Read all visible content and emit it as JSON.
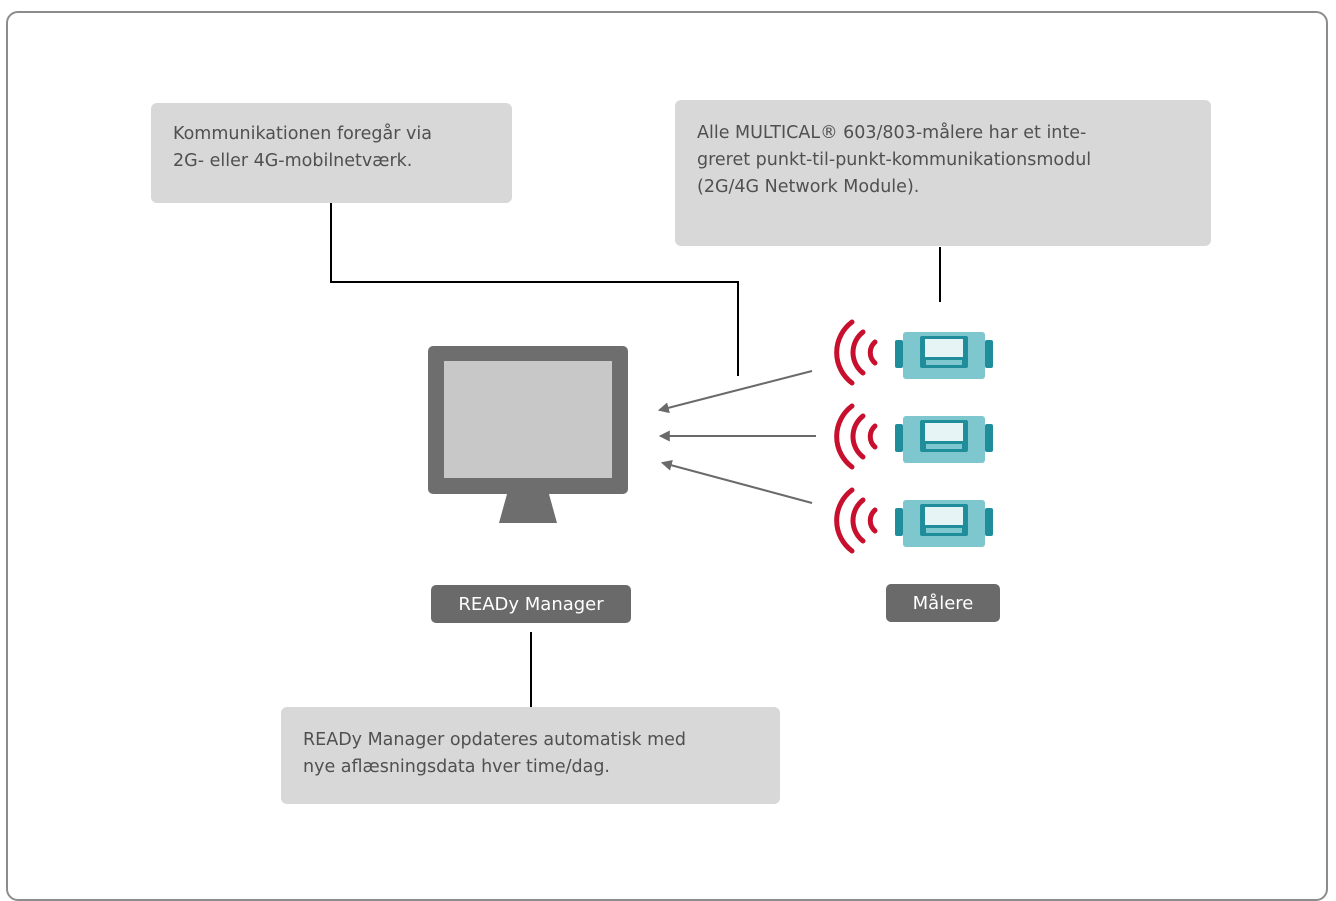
{
  "notes": {
    "network": [
      "Kommunikationen foregår via",
      "2G- eller 4G-mobilnetværk."
    ],
    "module": [
      "Alle MULTICAL® 603/803-målere har et inte-",
      "greret punkt-til-punkt-kommunikationsmodul",
      "(2G/4G Network Module)."
    ],
    "ready": [
      "READy Manager opdateres automatisk med",
      "nye aflæsningsdata hver time/dag."
    ]
  },
  "labels": {
    "ready_manager": "READy Manager",
    "meters": "Målere"
  },
  "icons": {
    "monitor": "monitor-icon",
    "meter": "heat-meter-icon",
    "wireless": "wireless-signal-icon"
  },
  "meter_count": 3,
  "colors": {
    "note_bg": "#d8d8d8",
    "tag_bg": "#6a6a6a",
    "signal": "#c8102e",
    "meter": "#7fc7cf",
    "meter_dark": "#1f8e9a",
    "monitor": "#6e6e6e",
    "arrow": "#6a6a6a",
    "line": "#000000"
  }
}
